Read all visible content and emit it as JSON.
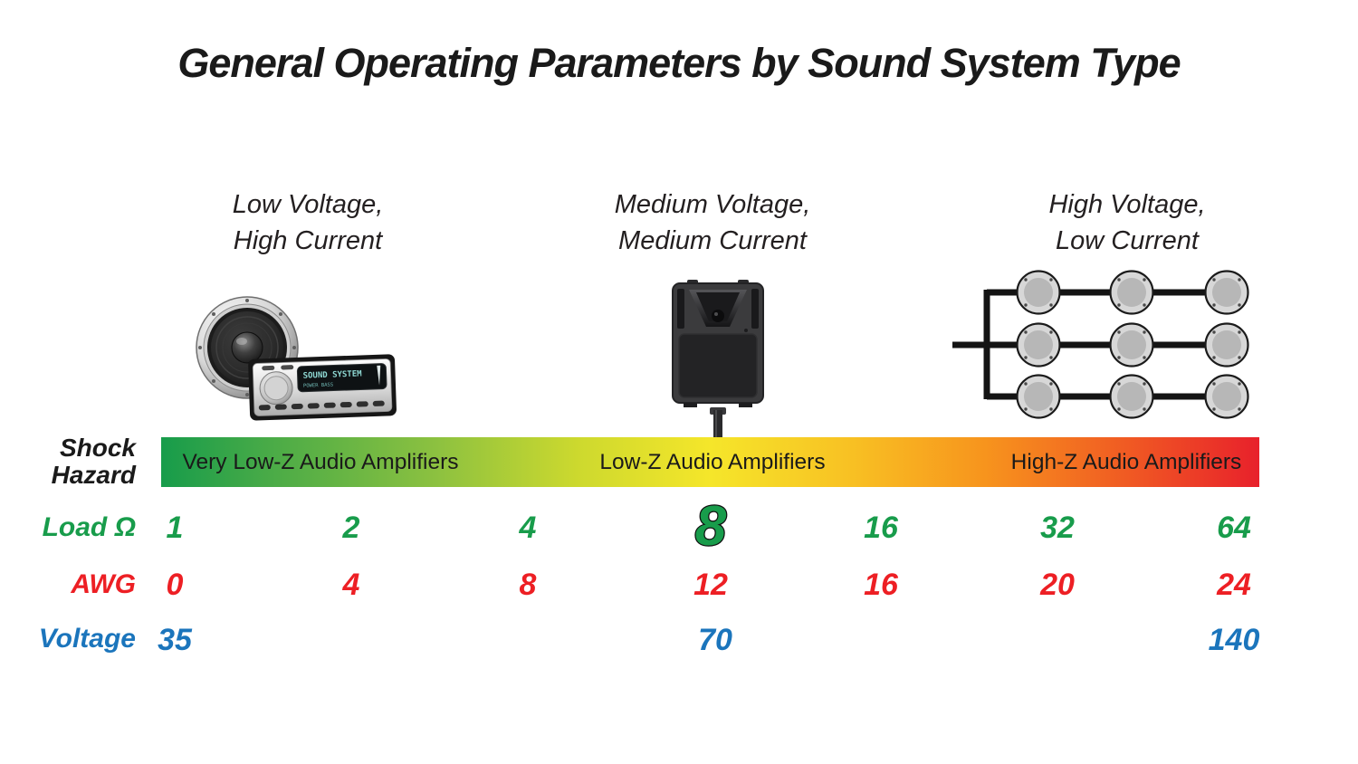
{
  "title": "General Operating Parameters by Sound System Type",
  "column_headers": [
    {
      "line1": "Low Voltage,",
      "line2": "High Current"
    },
    {
      "line1": "Medium Voltage,",
      "line2": "Medium Current"
    },
    {
      "line1": "High Voltage,",
      "line2": "Low Current"
    }
  ],
  "shock_hazard": {
    "label_line1": "Shock",
    "label_line2": "Hazard",
    "zones": [
      "Very Low-Z Audio Amplifiers",
      "Low-Z Audio Amplifiers",
      "High-Z Audio Amplifiers"
    ],
    "gradient_colors": [
      "#179c4b",
      "#f5e62a",
      "#f7941d",
      "#e8212b"
    ]
  },
  "rows": {
    "load": {
      "label": "Load Ω",
      "color": "#189c4b",
      "values": [
        "1",
        "2",
        "4",
        "8",
        "16",
        "32",
        "64"
      ],
      "highlighted_value": "8"
    },
    "awg": {
      "label": "AWG",
      "color": "#ed1f24",
      "values": [
        "0",
        "4",
        "8",
        "12",
        "16",
        "20",
        "24"
      ]
    },
    "voltage": {
      "label": "Voltage",
      "color": "#1b75bc",
      "values": [
        "35",
        "70",
        "140"
      ]
    }
  },
  "graphics": {
    "car_audio": {
      "icon": "car-audio-system-icon",
      "display_line1": "SOUND SYSTEM",
      "display_line2": "POWER BASS"
    },
    "pa_speaker": {
      "icon": "pa-speaker-icon"
    },
    "ceiling_grid": {
      "icon": "ceiling-speaker-grid-icon"
    }
  }
}
